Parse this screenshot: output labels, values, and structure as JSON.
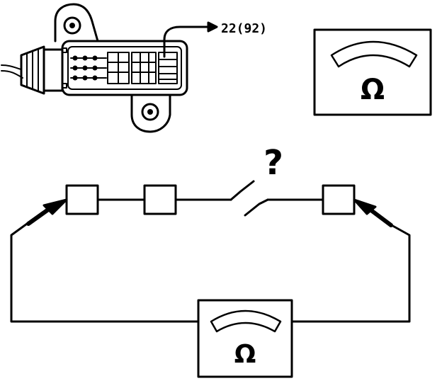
{
  "connector": {
    "pin_callout": "22(92)"
  },
  "meter_top": {
    "symbol": "Ω"
  },
  "meter_bottom": {
    "symbol": "Ω"
  },
  "circuit": {
    "question": "?"
  },
  "colors": {
    "ink": "#000000",
    "paper": "#ffffff"
  }
}
